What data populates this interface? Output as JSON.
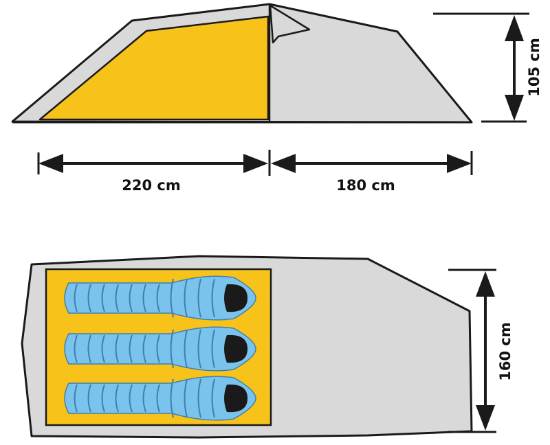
{
  "dimensions": {
    "length_inner": "220 cm",
    "length_vestibule": "180 cm",
    "height": "105 cm",
    "width": "160 cm"
  },
  "colors": {
    "outline": "#1a1a1a",
    "fly": "#d9d9d9",
    "inner_tent": "#f7c21a",
    "sleeping_bag": "#79c3ec",
    "bag_stripe": "#3f7fae",
    "hood": "#1a1a1a"
  },
  "sleeping_bags": 3
}
